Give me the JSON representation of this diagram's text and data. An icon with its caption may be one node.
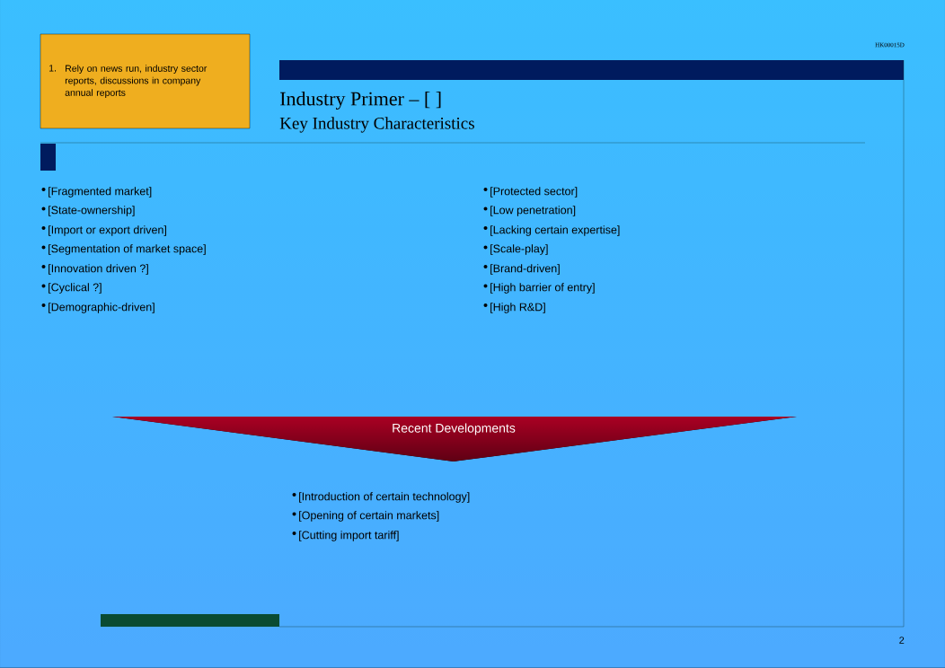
{
  "diagram": {
    "title": "Industry Primer – [ ]",
    "nodes": [
      {
        "text": [
          "1.",
          "Rely on news run, industry sector reports, discussions in company annual reports"
        ]
      },
      {
        "text": [
          "Recent Developments"
        ]
      }
    ],
    "edges": [],
    "labels": [
      "HK00015D",
      "Key Industry Characteristics",
      "[Fragmented market]",
      "[State-ownership]",
      "[Import or export driven]",
      "[Segmentation of market space]",
      "[Innovation driven ?]",
      "[Cyclical ?]",
      "[Demographic-driven]",
      "[Protected sector]",
      "[Low penetration]",
      "[Lacking certain expertise]",
      "[Scale-play]",
      "[Brand-driven]",
      "[High barrier of entry]",
      "[High R&D]",
      "[Introduction of certain technology]",
      "[Opening of certain markets]",
      "[Cutting import tariff]",
      "2"
    ]
  }
}
